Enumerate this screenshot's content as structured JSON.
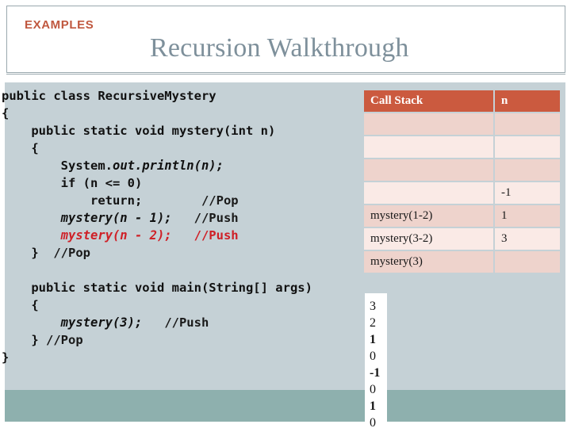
{
  "slide": {
    "kicker": "EXAMPLES",
    "title": "Recursion Walkthrough",
    "colors": {
      "kicker": "#c0583f",
      "title": "#7e909b",
      "code_panel_bg": "#c5d1d6",
      "bottom_bar": "#8eb0ae",
      "table_header": "#cb5a3f",
      "table_row_dark": "#eed3cc",
      "table_row_light": "#faeae6",
      "code_highlight": "#cf2027"
    }
  },
  "code": {
    "language": "java",
    "lines": [
      "public class RecursiveMystery",
      "{",
      "    public static void mystery(int n)",
      "    {",
      "        System.out.println(n);",
      "        if (n <= 0)",
      "            return;        //Pop",
      "        mystery(n - 1);   //Push",
      "        mystery(n - 2);   //Push",
      "    }  //Pop",
      "",
      "    public static void main(String[] args)",
      "    {",
      "        mystery(3);   //Push",
      "    } //Pop",
      "}"
    ],
    "highlighted_line": "mystery(n - 2);   //Push"
  },
  "call_stack": {
    "headers": [
      "Call Stack",
      "n"
    ],
    "rows": [
      {
        "call": "",
        "n": ""
      },
      {
        "call": "",
        "n": ""
      },
      {
        "call": "",
        "n": ""
      },
      {
        "call": "",
        "n": "-1"
      },
      {
        "call": "mystery(1-2)",
        "n": "1"
      },
      {
        "call": "mystery(3-2)",
        "n": "3"
      },
      {
        "call": "mystery(3)",
        "n": ""
      }
    ]
  },
  "output": {
    "values": [
      "3",
      "2",
      "1",
      "0",
      "-1",
      "0",
      "1",
      "0"
    ],
    "bold_flags": [
      false,
      false,
      true,
      false,
      true,
      false,
      true,
      false
    ]
  }
}
